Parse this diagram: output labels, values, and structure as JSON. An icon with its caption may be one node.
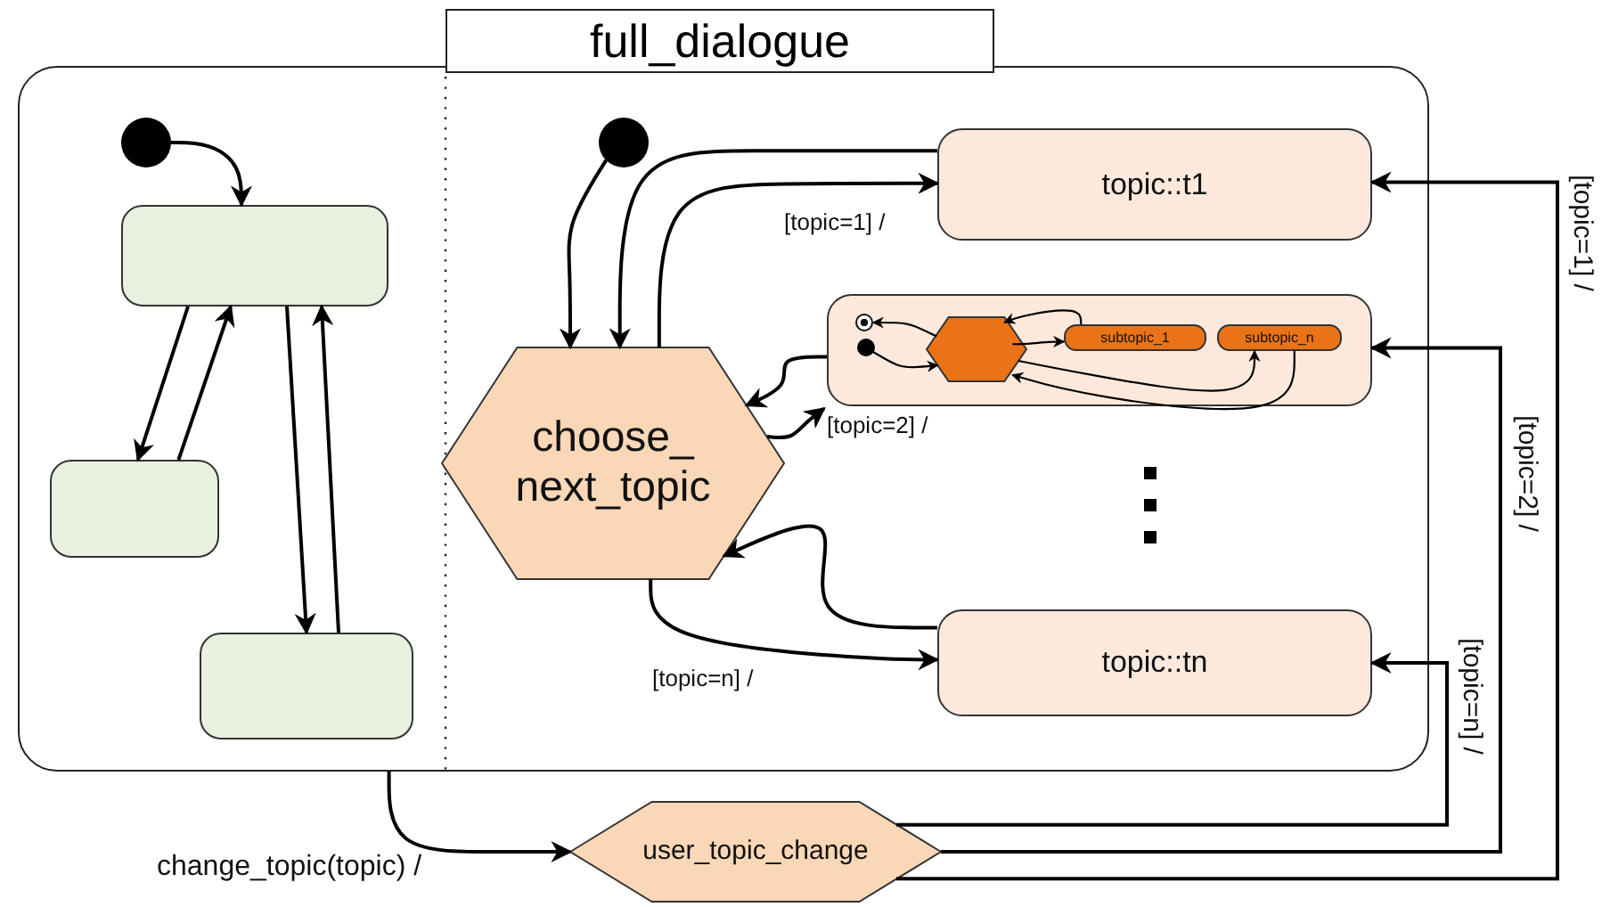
{
  "diagram": {
    "nodes": [
      {
        "text": [
          "full_dialogue"
        ]
      },
      {
        "text": [],
        "shape": "circle",
        "in": 0
      },
      {
        "text": [],
        "shape": "box",
        "in": 0
      },
      {
        "text": [],
        "shape": "box",
        "in": 0
      },
      {
        "text": [],
        "shape": "box",
        "in": 0
      },
      {
        "text": [],
        "shape": "circle",
        "in": 0
      },
      {
        "text": [
          "choose_ next_topic"
        ],
        "in": 0
      },
      {
        "text": [
          "topic::t1"
        ],
        "in": 0
      },
      {
        "text": [],
        "shape": "box",
        "in": 0
      },
      {
        "text": [],
        "shape": "circle",
        "in": 8
      },
      {
        "text": [],
        "shape": "circle",
        "in": 8
      },
      {
        "text": [],
        "shape": "hexagon",
        "in": 8
      },
      {
        "text": [
          "subtopic_1"
        ],
        "in": 8
      },
      {
        "text": [
          "subtopic_n"
        ],
        "in": 8
      },
      {
        "text": [
          "topic::tn"
        ],
        "in": 0
      },
      {
        "text": [
          "user_topic_change"
        ]
      }
    ],
    "edges": [
      {
        "from": 1,
        "to": 2,
        "arrow": "to"
      },
      {
        "from": 2,
        "to": 3,
        "arrow": "to"
      },
      {
        "from": 3,
        "to": 2,
        "arrow": "to"
      },
      {
        "from": 2,
        "to": 4,
        "arrow": "to"
      },
      {
        "from": 4,
        "to": 2,
        "arrow": "to"
      },
      {
        "from": 0,
        "to": 15,
        "arrow": "to",
        "label": "change_topic(topic) /"
      },
      {
        "from": 5,
        "to": 6,
        "arrow": "to"
      },
      {
        "from": 7,
        "to": 6,
        "arrow": "to"
      },
      {
        "from": 6,
        "to": 7,
        "arrow": "to",
        "label": "[topic=1] /"
      },
      {
        "from": 8,
        "to": 6,
        "arrow": "to"
      },
      {
        "from": 6,
        "to": 8,
        "arrow": "to",
        "label": "[topic=2] /"
      },
      {
        "from": 14,
        "to": 6,
        "arrow": "to"
      },
      {
        "from": 6,
        "to": 14,
        "arrow": "to",
        "label": "[topic=n] /"
      },
      {
        "from": 15,
        "to": 7,
        "arrow": "to",
        "label": "[topic=1] /"
      },
      {
        "from": 15,
        "to": 8,
        "arrow": "to",
        "label": "[topic=2] /"
      },
      {
        "from": 15,
        "to": 14,
        "arrow": "to",
        "label": "[topic=n] /"
      },
      {
        "from": 11,
        "to": 9,
        "arrow": "to"
      },
      {
        "from": 10,
        "to": 11,
        "arrow": "to"
      },
      {
        "from": 11,
        "to": 12,
        "arrow": "to"
      },
      {
        "from": 12,
        "to": 11,
        "arrow": "to"
      },
      {
        "from": 11,
        "to": 13,
        "arrow": "to"
      },
      {
        "from": 13,
        "to": 11,
        "arrow": "to"
      }
    ]
  }
}
